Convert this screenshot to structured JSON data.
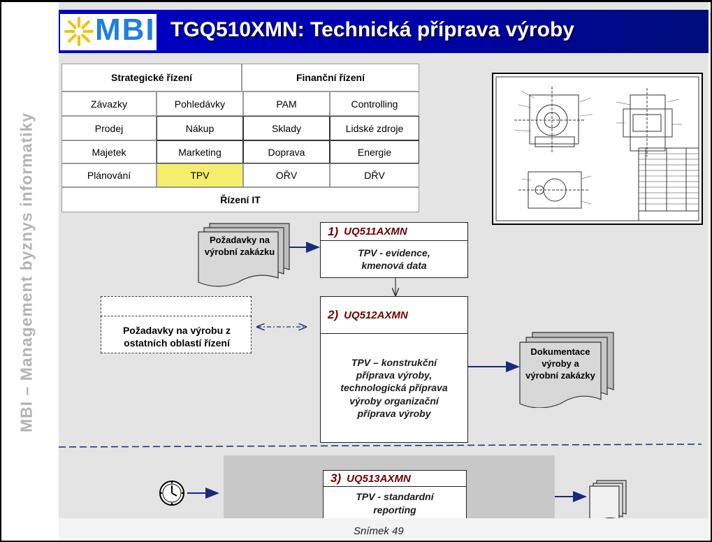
{
  "sidebar": {
    "text": "MBI – Management byznys informatiky"
  },
  "header": {
    "logo": "MBI",
    "title": "TGQ510XMN: Technická příprava výroby"
  },
  "grid": {
    "headers": [
      "Strategické řízení",
      "Finanční řízení"
    ],
    "rows": [
      [
        "Závazky",
        "Pohledávky",
        "PAM",
        "Controlling"
      ],
      [
        "Prodej",
        "Nákup",
        "Sklady",
        "Lidské zdroje"
      ],
      [
        "Majetek",
        "Marketing",
        "Doprava",
        "Energie"
      ],
      [
        "Plánování",
        "TPV",
        "OŘV",
        "DŘV"
      ]
    ],
    "footer": "Řízení IT",
    "highlighted": "TPV",
    "highlight_color": "#f4ee6c"
  },
  "inputs": {
    "orders_doc": "Požadavky na výrobní zakázku",
    "other_areas": "Požadavky na výrobu z ostatních oblastí řízení"
  },
  "steps": [
    {
      "num": "1)",
      "code": "UQ511AXMN",
      "desc": "TPV - evidence, kmenová data"
    },
    {
      "num": "2)",
      "code": "UQ512AXMN",
      "desc": "TPV – konstrukční příprava výroby, technologická příprava výroby organizační příprava výroby"
    },
    {
      "num": "3)",
      "code": "UQ513AXMN",
      "desc": "TPV - standardní reporting"
    }
  ],
  "outputs": {
    "documentation": "Dokumentace výroby a výrobní zakázky"
  },
  "footer": {
    "slide": "Snímek 49"
  },
  "colors": {
    "title_bar": "#0000c8",
    "step_code": "#700000",
    "arrow": "#1a2a7a"
  }
}
